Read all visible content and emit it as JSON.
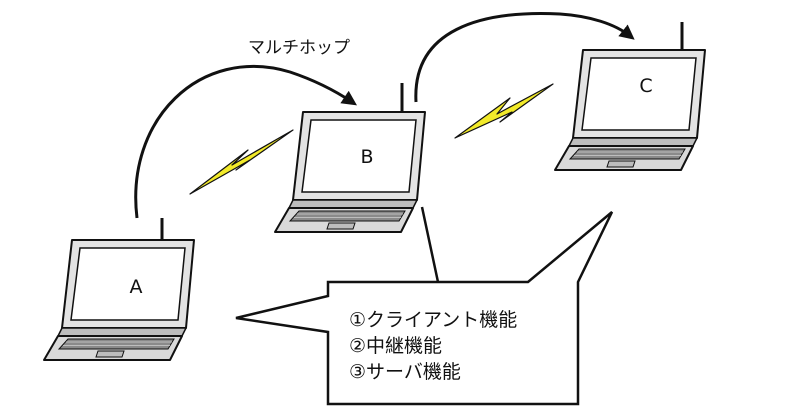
{
  "diagram": {
    "caption": "マルチホップ",
    "laptops": [
      {
        "id": "a",
        "label": "A"
      },
      {
        "id": "b",
        "label": "B"
      },
      {
        "id": "c",
        "label": "C"
      }
    ],
    "callout": {
      "lines": [
        "①クライアント機能",
        "②中継機能",
        "③サーバ機能"
      ]
    },
    "colors": {
      "lightning": "#f2ea2a",
      "laptop_body": "#e3e3e3",
      "laptop_dark": "#8a8a8a",
      "outline": "#111111"
    }
  }
}
